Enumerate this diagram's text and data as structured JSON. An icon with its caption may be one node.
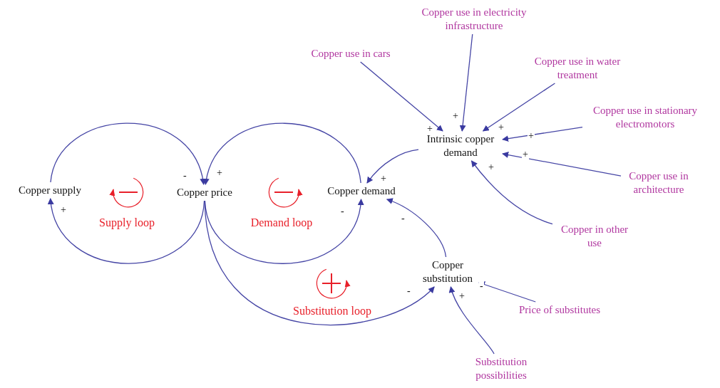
{
  "diagram": {
    "nodes": [
      {
        "text": [
          "Copper supply"
        ]
      },
      {
        "text": [
          "Copper price"
        ]
      },
      {
        "text": [
          "Copper demand"
        ]
      },
      {
        "text": [
          "Intrinsic copper demand"
        ]
      },
      {
        "text": [
          "Copper use in cars"
        ]
      },
      {
        "text": [
          "Copper use in electricity infrastructure"
        ]
      },
      {
        "text": [
          "Copper use in water treatment"
        ]
      },
      {
        "text": [
          "Copper use in stationary electromotors"
        ]
      },
      {
        "text": [
          "Copper use in architecture"
        ]
      },
      {
        "text": [
          "Copper in other use"
        ]
      },
      {
        "text": [
          "Copper substitution"
        ]
      },
      {
        "text": [
          "Price of substitutes"
        ]
      },
      {
        "text": [
          "Substitution possibilities"
        ]
      }
    ],
    "edges": [
      {
        "from": 1,
        "to": 0,
        "arrow": "to",
        "label": "+"
      },
      {
        "from": 0,
        "to": 1,
        "arrow": "to",
        "label": "-"
      },
      {
        "from": 2,
        "to": 1,
        "arrow": "to",
        "label": "+"
      },
      {
        "from": 1,
        "to": 2,
        "arrow": "to",
        "label": "-"
      },
      {
        "from": 3,
        "to": 2,
        "arrow": "to",
        "label": "+"
      },
      {
        "from": 4,
        "to": 3,
        "arrow": "to",
        "label": "+"
      },
      {
        "from": 5,
        "to": 3,
        "arrow": "to",
        "label": "+"
      },
      {
        "from": 6,
        "to": 3,
        "arrow": "to",
        "label": "+"
      },
      {
        "from": 7,
        "to": 3,
        "arrow": "to",
        "label": "+"
      },
      {
        "from": 8,
        "to": 3,
        "arrow": "to",
        "label": "+"
      },
      {
        "from": 9,
        "to": 3,
        "arrow": "to",
        "label": "+"
      },
      {
        "from": 10,
        "to": 2,
        "arrow": "to",
        "label": "-"
      },
      {
        "from": 1,
        "to": 10,
        "arrow": "to",
        "label": "-"
      },
      {
        "from": 11,
        "to": 10,
        "arrow": "to",
        "label": "-"
      },
      {
        "from": 12,
        "to": 10,
        "arrow": "to",
        "label": "+"
      }
    ],
    "labels": [
      "Supply loop",
      "Demand loop",
      "Substitution loop"
    ]
  }
}
